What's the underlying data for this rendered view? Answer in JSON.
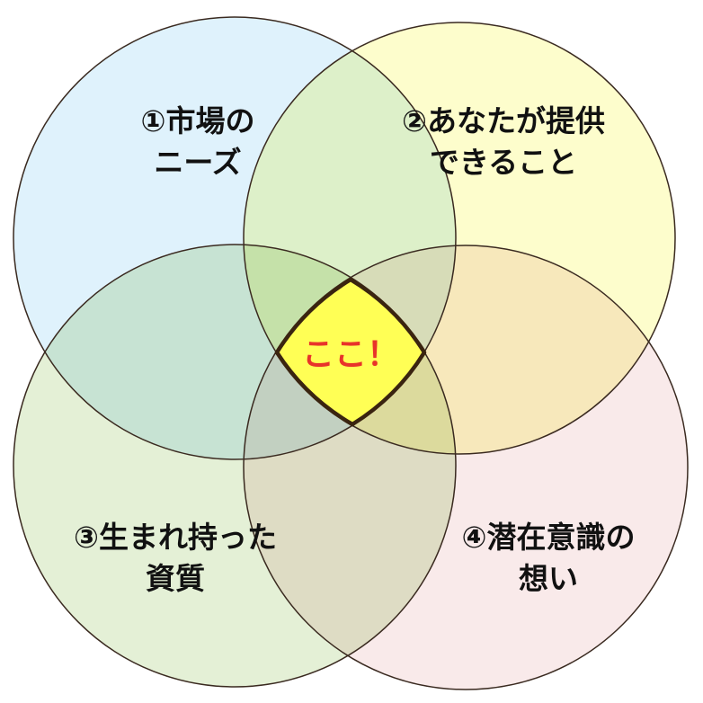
{
  "circles": [
    {
      "line1": "①市場の",
      "line2": "ニーズ",
      "color": "#dff2fc"
    },
    {
      "line1": "②あなたが提供",
      "line2": "できること",
      "color": "#fdfdcc"
    },
    {
      "line1": "③生まれ持った",
      "line2": "資質",
      "color": "#e4f0d6"
    },
    {
      "line1": "④潜在意識の",
      "line2": "想い",
      "color": "#f9eaea"
    }
  ],
  "center": {
    "label": "ここ！",
    "color": "#ffff55",
    "text_color": "#e8332a"
  }
}
